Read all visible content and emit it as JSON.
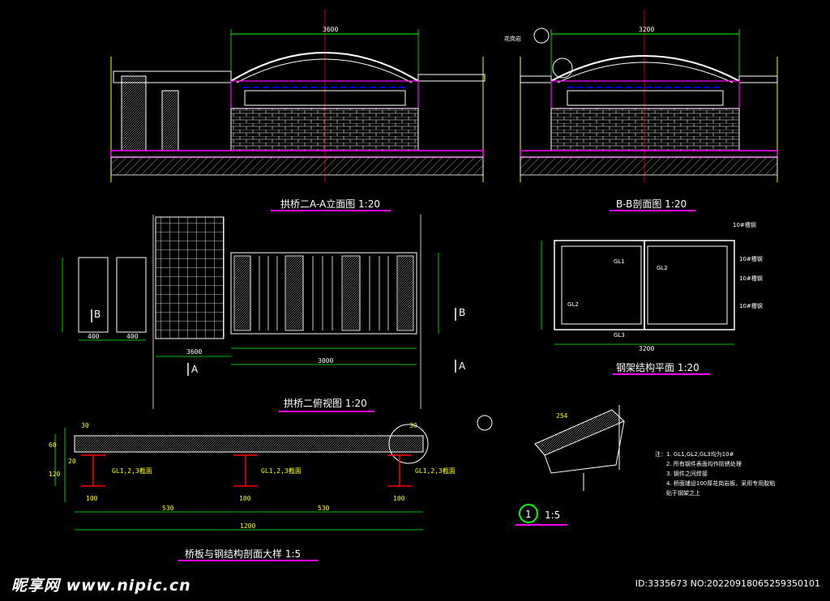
{
  "colors": {
    "line": "#ffffff",
    "dim": "#00ff00",
    "axis": "#ff0000",
    "magenta": "#ff00ff",
    "water": "#0000ff",
    "accent": "#ffff00"
  },
  "views": {
    "elev_a": {
      "title": "拱桥二A-A立面图 1:20",
      "dim_top": "3600"
    },
    "elev_b": {
      "title": "B-B剖面图 1:20",
      "dim_top": "3200",
      "label": "花岗岩"
    },
    "plan_bridge": {
      "title": "拱桥二俯视图 1:20",
      "dims_bottom": [
        "3600",
        "3000"
      ],
      "dims_small": [
        "400",
        "400"
      ],
      "marks": [
        "B",
        "A",
        "B",
        "A"
      ]
    },
    "plan_beam": {
      "title": "钢架结构平面 1:20",
      "labels": [
        "GL1",
        "GL2",
        "GL3",
        "GL2"
      ],
      "side_notes": [
        "10#槽钢",
        "10#槽钢",
        "10#槽钢",
        "10#槽钢"
      ],
      "dim_bottom": "3200"
    },
    "beam_detail": {
      "title": "桥板与钢结构剖面大样 1:5",
      "top_dims": [
        "30",
        "30"
      ],
      "left_dims": [
        "60",
        "120",
        "20"
      ],
      "gl_labels": [
        "GL1,2,3截面",
        "GL1,2,3截面",
        "GL1,2,3截面"
      ],
      "flange_widths": [
        "100",
        "100",
        "100"
      ],
      "spans": [
        "530",
        "530"
      ],
      "total": "1200"
    },
    "detail_1": {
      "scale_num": "1",
      "scale": "1:5",
      "dim": "254"
    }
  },
  "notes": {
    "header": "注：",
    "items": [
      "1. GL1,GL2,GL3均为10#",
      "2. 所有钢件表面均作防锈处理",
      "3. 钢件之间焊接",
      "4. 桥面铺设100厚花岗岩板，采用专用胶粘",
      "   贴于钢架之上"
    ]
  },
  "watermark": {
    "site": "昵享网 www.nipic.cn",
    "id": "ID:3335673 NO:20220918065259350101"
  }
}
